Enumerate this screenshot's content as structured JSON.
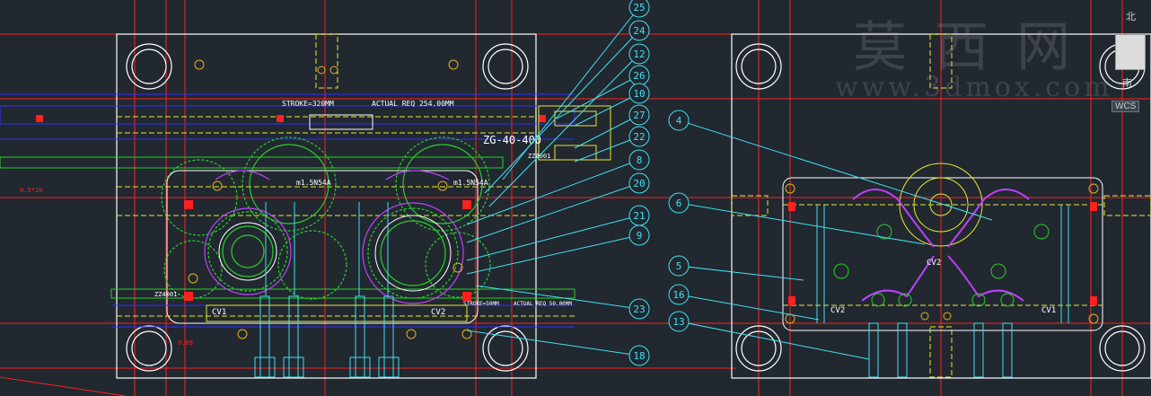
{
  "watermark": {
    "chinese": "莫 西 网",
    "url": "www.3dmox.com"
  },
  "viewcube": {
    "north": "北",
    "south": "南",
    "wcs": "WCS"
  },
  "left_view": {
    "stroke_label": "STROKE=320MM",
    "actual_req_label": "ACTUAL REQ 254.00MM",
    "model_label": "ZG-40-400",
    "rack_small_label": "ZZ4001",
    "gear_label_left": "m1.5N54A",
    "gear_label_right": "m1.5N54A",
    "side_label_bottom": "ZZ4001",
    "cv_label": "CV1",
    "cv2_label": "CV2",
    "bottom_stroke": "STROKE=50MM",
    "bottom_actual": "ACTUAL REQ 50.00MM",
    "red_note_left": "0.5*10",
    "red_note_bottom": "0.09"
  },
  "right_view": {
    "cv_top": "CV2",
    "cv_left": "CV2",
    "cv_right": "CV1"
  },
  "callouts": [
    {
      "id": "25"
    },
    {
      "id": "24"
    },
    {
      "id": "12"
    },
    {
      "id": "26"
    },
    {
      "id": "10"
    },
    {
      "id": "27"
    },
    {
      "id": "22"
    },
    {
      "id": "8"
    },
    {
      "id": "20"
    },
    {
      "id": "21"
    },
    {
      "id": "9"
    },
    {
      "id": "23"
    },
    {
      "id": "18"
    },
    {
      "id": "4"
    },
    {
      "id": "6"
    },
    {
      "id": "5"
    },
    {
      "id": "16"
    },
    {
      "id": "13"
    }
  ],
  "colors": {
    "background": "#212830",
    "frame": "#ffffff",
    "red": "#ff2020",
    "yellow": "#e8e830",
    "green": "#28d028",
    "cyan": "#40e0f0",
    "magenta": "#c040ff",
    "blue": "#3030ff"
  }
}
